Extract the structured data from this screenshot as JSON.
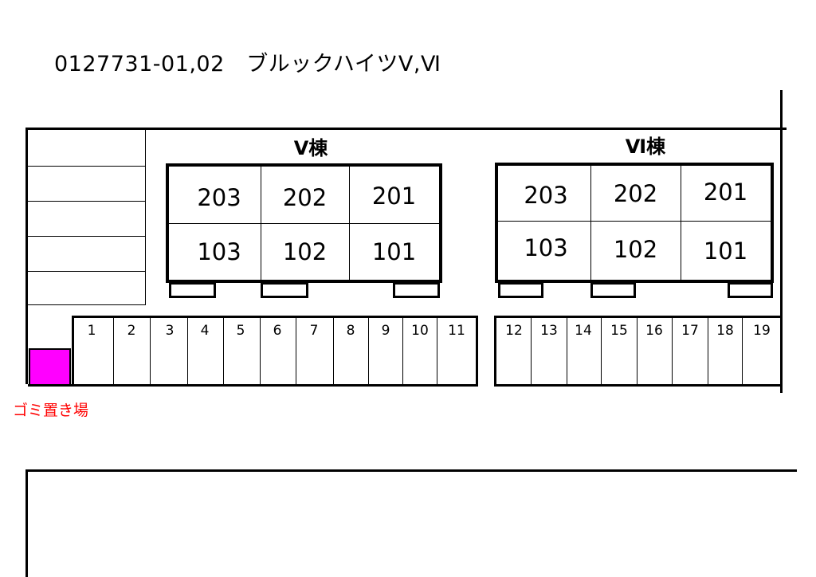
{
  "title": "0127731-01,02　ブルックハイツⅤ,Ⅵ",
  "buildings": [
    {
      "label": "Ⅴ棟",
      "upper_units": [
        "203",
        "202",
        "201"
      ],
      "lower_units": [
        "103",
        "102",
        "101"
      ]
    },
    {
      "label": "Ⅵ棟",
      "upper_units": [
        "203",
        "202",
        "201"
      ],
      "lower_units": [
        "103",
        "102",
        "101"
      ]
    }
  ],
  "parking_left": [
    "1",
    "2",
    "3",
    "4",
    "5",
    "6",
    "7",
    "8",
    "9",
    "10",
    "11"
  ],
  "parking_right": [
    "12",
    "13",
    "14",
    "15",
    "16",
    "17",
    "18",
    "19"
  ],
  "garbage": {
    "label": "ゴミ置き場",
    "color": "#ff00ff",
    "label_color": "#ff0000"
  }
}
